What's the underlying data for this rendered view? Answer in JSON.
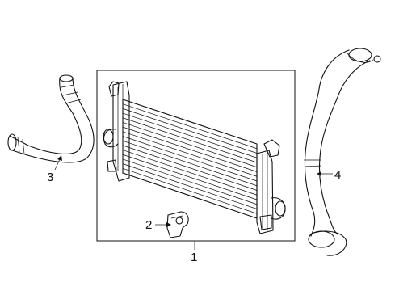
{
  "callouts": {
    "radiator": "1",
    "clip": "2",
    "inlet_hose": "3",
    "outlet_hose": "4"
  }
}
